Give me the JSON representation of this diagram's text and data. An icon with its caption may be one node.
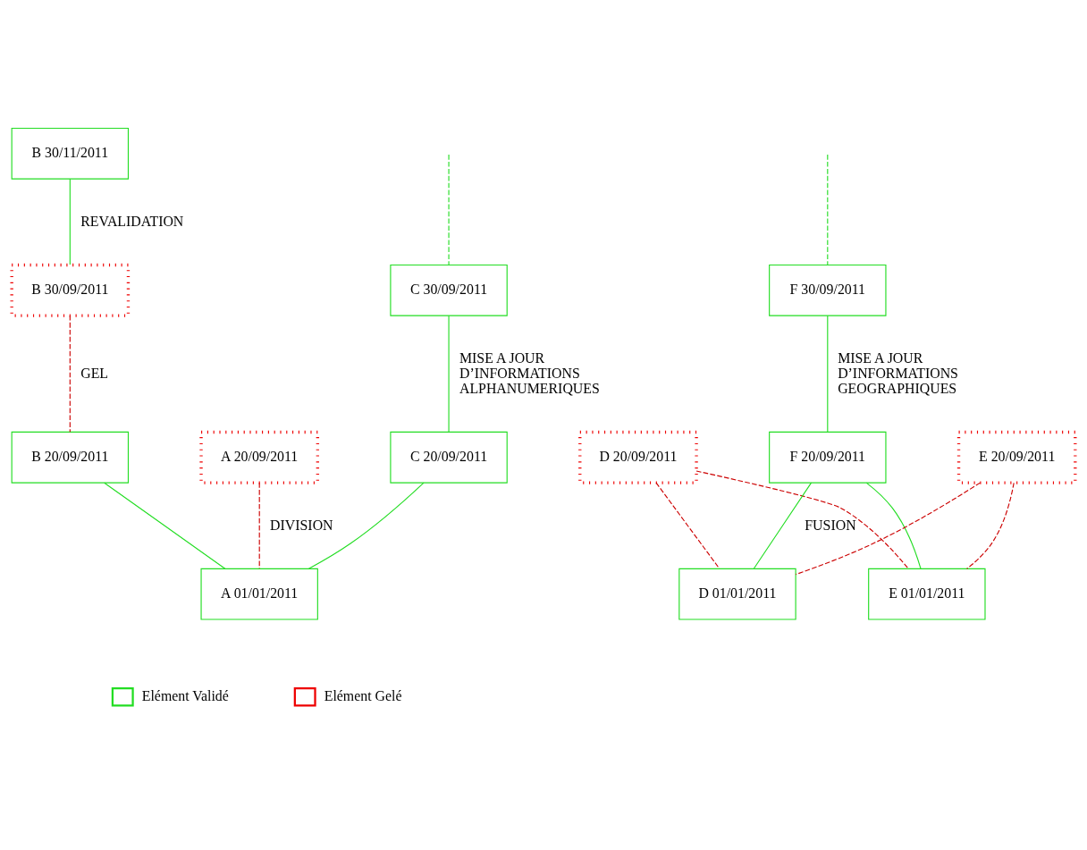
{
  "diagram": {
    "nodes": [
      {
        "text": [
          "B 30/11/2011"
        ]
      },
      {
        "text": [
          "B 30/09/2011"
        ]
      },
      {
        "text": [
          "C 30/09/2011"
        ]
      },
      {
        "text": [
          "F 30/09/2011"
        ]
      },
      {
        "text": [
          "B 20/09/2011"
        ]
      },
      {
        "text": [
          "A 20/09/2011"
        ]
      },
      {
        "text": [
          "C 20/09/2011"
        ]
      },
      {
        "text": [
          "D 20/09/2011"
        ]
      },
      {
        "text": [
          "F 20/09/2011"
        ]
      },
      {
        "text": [
          "E 20/09/2011"
        ]
      },
      {
        "text": [
          "A 01/01/2011"
        ]
      },
      {
        "text": [
          "D 01/01/2011"
        ]
      },
      {
        "text": [
          "E 01/01/2011"
        ]
      }
    ],
    "edges": [
      {
        "from": 0,
        "to": 1,
        "arrow": "none",
        "label": "REVALIDATION"
      },
      {
        "from": null,
        "to": 2,
        "arrow": "none",
        "style": "dashed"
      },
      {
        "from": null,
        "to": 3,
        "arrow": "none",
        "style": "dashed"
      },
      {
        "from": 1,
        "to": 4,
        "arrow": "none",
        "label": "GEL",
        "style": "dashed",
        "color": "#cc0000"
      },
      {
        "from": 2,
        "to": 6,
        "arrow": "none",
        "label": "MISE A JOUR D’INFORMATIONS ALPHANUMERIQUES"
      },
      {
        "from": 3,
        "to": 8,
        "arrow": "none",
        "label": "MISE A JOUR D’INFORMATIONS GEOGRAPHIQUES"
      },
      {
        "from": 4,
        "to": 10,
        "arrow": "none"
      },
      {
        "from": 5,
        "to": 10,
        "arrow": "none",
        "label": "DIVISION",
        "style": "dashed",
        "color": "#cc0000"
      },
      {
        "from": 6,
        "to": 10,
        "arrow": "none"
      },
      {
        "from": 7,
        "to": 11,
        "arrow": "none",
        "style": "dashed",
        "color": "#cc0000"
      },
      {
        "from": 7,
        "to": 12,
        "arrow": "none",
        "style": "dashed",
        "color": "#cc0000"
      },
      {
        "from": 8,
        "to": 11,
        "arrow": "none",
        "label": "FUSION"
      },
      {
        "from": 8,
        "to": 12,
        "arrow": "none"
      },
      {
        "from": 9,
        "to": 11,
        "arrow": "none",
        "style": "dashed",
        "color": "#cc0000"
      },
      {
        "from": 9,
        "to": 12,
        "arrow": "none",
        "style": "dashed",
        "color": "#cc0000"
      }
    ],
    "legend": [
      {
        "text": "Elément Validé"
      },
      {
        "text": "Elément Gelé"
      }
    ]
  }
}
